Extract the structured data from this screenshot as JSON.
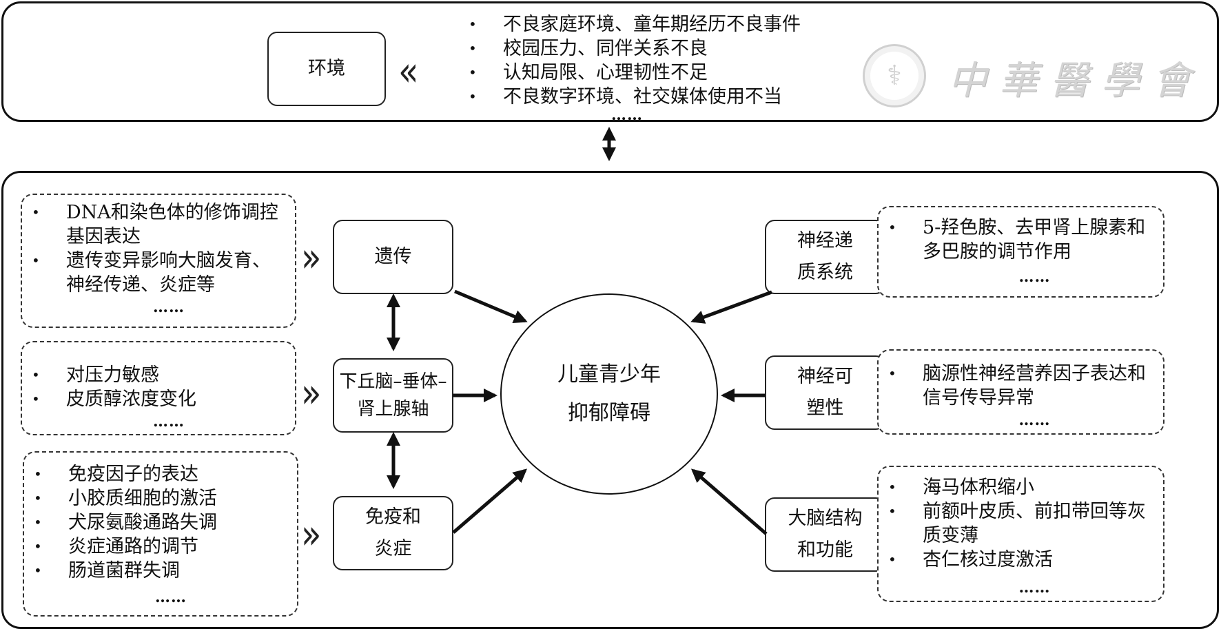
{
  "environment": {
    "node_label": "环境",
    "factors": [
      "不良家庭环境、童年期经历不良事件",
      "校园压力、同伴关系不良",
      "认知局限、心理韧性不足",
      "不良数字环境、社交媒体使用不当"
    ],
    "ellipsis": "……",
    "watermark_text": "中華醫學會",
    "seal_glyph": "⚕"
  },
  "center": {
    "line1": "儿童青少年",
    "line2": "抑郁障碍"
  },
  "left_nodes": [
    {
      "label_lines": [
        "遗传"
      ],
      "details": [
        "DNA和染色体的修饰调控基因表达",
        "遗传变异影响大脑发育、神经传递、炎症等"
      ],
      "ellipsis": "……"
    },
    {
      "label_lines": [
        "下丘脑–垂体–",
        "肾上腺轴"
      ],
      "details": [
        "对压力敏感",
        "皮质醇浓度变化"
      ],
      "ellipsis": "……"
    },
    {
      "label_lines": [
        "免疫和",
        "炎症"
      ],
      "details": [
        "免疫因子的表达",
        "小胶质细胞的激活",
        "犬尿氨酸通路失调",
        "炎症通路的调节",
        "肠道菌群失调"
      ],
      "ellipsis": "……"
    }
  ],
  "right_nodes": [
    {
      "label_lines": [
        "神经递",
        "质系统"
      ],
      "details": [
        "5-羟色胺、去甲肾上腺素和多巴胺的调节作用"
      ],
      "ellipsis": "……"
    },
    {
      "label_lines": [
        "神经可",
        "塑性"
      ],
      "details": [
        "脑源性神经营养因子表达和信号传导异常"
      ],
      "ellipsis": "……"
    },
    {
      "label_lines": [
        "大脑结构",
        "和功能"
      ],
      "details": [
        "海马体积缩小",
        "前额叶皮质、前扣带回等灰质变薄",
        "杏仁核过度激活"
      ],
      "ellipsis": "……"
    }
  ],
  "symbols": {
    "bullet": "•",
    "chevron_right": "»",
    "chevron_left": "«"
  },
  "colors": {
    "stroke": "#111111",
    "watermark": "#d4d4d4"
  }
}
